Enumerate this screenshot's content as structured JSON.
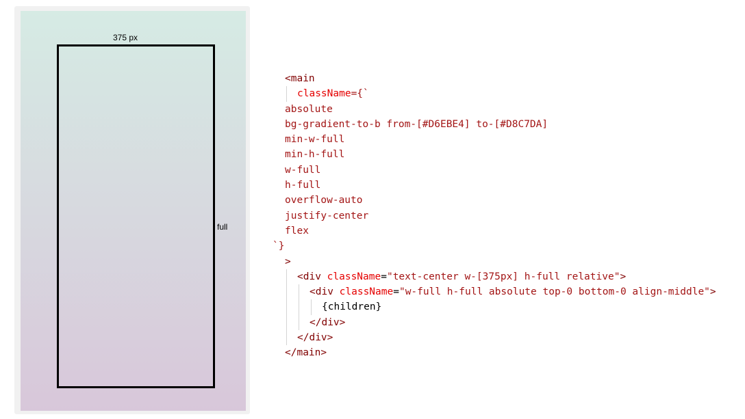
{
  "illustration": {
    "width_label": "375 px",
    "height_label": "full",
    "gradient_from": "#D6EBE4",
    "gradient_to": "#D8C7DA"
  },
  "code": {
    "lines": [
      {
        "indent": 1,
        "parts": [
          {
            "t": "<main",
            "k": "tag"
          }
        ]
      },
      {
        "indent": 2,
        "parts": [
          {
            "t": "className",
            "k": "attr"
          },
          {
            "t": "={`",
            "k": "cls"
          }
        ]
      },
      {
        "indent": 1,
        "parts": [
          {
            "t": "absolute",
            "k": "cls"
          }
        ]
      },
      {
        "indent": 1,
        "parts": [
          {
            "t": "bg-gradient-to-b from-[#D6EBE4] to-[#D8C7DA]",
            "k": "cls"
          }
        ]
      },
      {
        "indent": 1,
        "parts": [
          {
            "t": "min-w-full",
            "k": "cls"
          }
        ]
      },
      {
        "indent": 1,
        "parts": [
          {
            "t": "min-h-full",
            "k": "cls"
          }
        ]
      },
      {
        "indent": 1,
        "parts": [
          {
            "t": "w-full",
            "k": "cls"
          }
        ]
      },
      {
        "indent": 1,
        "parts": [
          {
            "t": "h-full",
            "k": "cls"
          }
        ]
      },
      {
        "indent": 1,
        "parts": [
          {
            "t": "overflow-auto",
            "k": "cls"
          }
        ]
      },
      {
        "indent": 1,
        "parts": [
          {
            "t": "justify-center",
            "k": "cls"
          }
        ]
      },
      {
        "indent": 1,
        "parts": [
          {
            "t": "flex",
            "k": "cls"
          }
        ]
      },
      {
        "indent": 0,
        "parts": [
          {
            "t": "`}",
            "k": "cls"
          }
        ]
      },
      {
        "indent": 1,
        "parts": [
          {
            "t": ">",
            "k": "tag"
          }
        ]
      },
      {
        "indent": 2,
        "parts": [
          {
            "t": "<div ",
            "k": "tag"
          },
          {
            "t": "className",
            "k": "attr"
          },
          {
            "t": "=",
            "k": "txt"
          },
          {
            "t": "\"text-center w-[375px] h-full relative\"",
            "k": "str"
          },
          {
            "t": ">",
            "k": "tag"
          }
        ]
      },
      {
        "indent": 3,
        "parts": [
          {
            "t": "<div ",
            "k": "tag"
          },
          {
            "t": "className",
            "k": "attr"
          },
          {
            "t": "=",
            "k": "txt"
          },
          {
            "t": "\"w-full h-full absolute top-0 bottom-0 align-middle\"",
            "k": "str"
          },
          {
            "t": ">",
            "k": "tag"
          }
        ]
      },
      {
        "indent": 4,
        "parts": [
          {
            "t": "{children}",
            "k": "txt"
          }
        ]
      },
      {
        "indent": 3,
        "parts": [
          {
            "t": "</div>",
            "k": "tag"
          }
        ]
      },
      {
        "indent": 2,
        "parts": [
          {
            "t": "</div>",
            "k": "tag"
          }
        ]
      },
      {
        "indent": 1,
        "parts": [
          {
            "t": "</main>",
            "k": "tag"
          }
        ]
      }
    ]
  }
}
